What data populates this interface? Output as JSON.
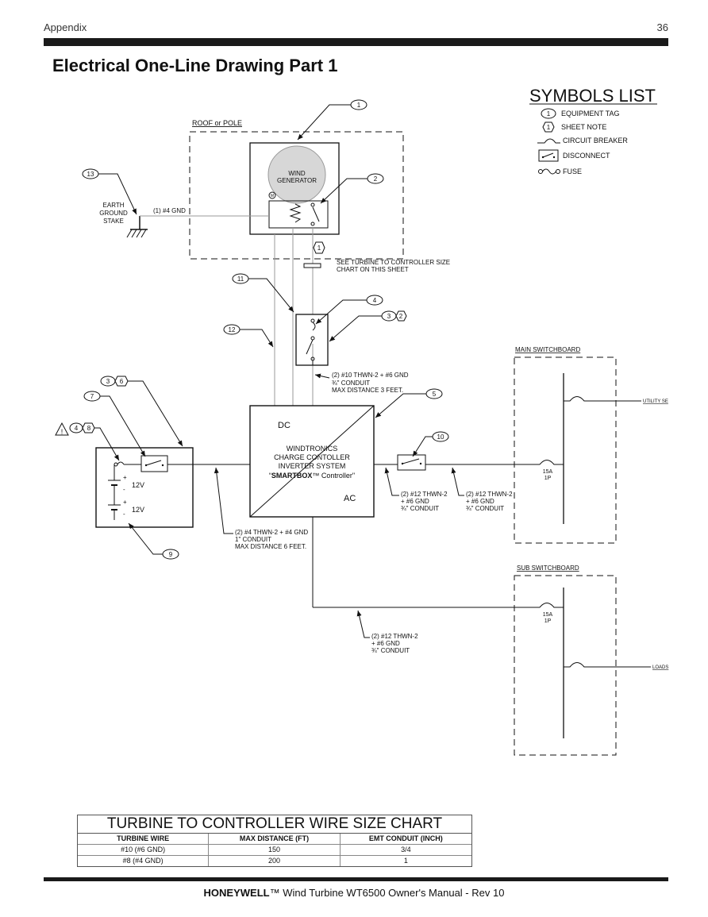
{
  "header": {
    "section": "Appendix",
    "page_number": "36"
  },
  "page_title": "Electrical One-Line Drawing Part 1",
  "symbols": {
    "title": "SYMBOLS LIST",
    "items": [
      {
        "glyph": "1",
        "label": "EQUIPMENT TAG"
      },
      {
        "glyph": "1",
        "label": "SHEET NOTE"
      },
      {
        "label": "CIRCUIT BREAKER"
      },
      {
        "label": "DISCONNECT"
      },
      {
        "label": "FUSE"
      }
    ]
  },
  "diagram": {
    "roof_label": "ROOF or POLE",
    "wind_generator": [
      "WIND",
      "GENERATOR"
    ],
    "motor_glyph": "M",
    "earth_ground": [
      "EARTH",
      "GROUND",
      "STAKE"
    ],
    "gnd_wire": "(1) #4 GND",
    "see_chart_note": [
      "SEE TURBINE TO CONTROLLER SIZE",
      "CHART ON THIS SHEET"
    ],
    "wire_controller_top": [
      "(2) #10 THWN-2 + #6 GND",
      "¾\" CONDUIT",
      "MAX DISTANCE 3 FEET."
    ],
    "controller": {
      "dc": "DC",
      "ac": "AC",
      "lines": [
        "WINDTRONICS",
        "CHARGE CONTOLLER",
        "INVERTER SYSTEM"
      ],
      "brand_bold": "SMARTBOX",
      "brand_rest": "™ Controller\""
    },
    "battery_voltage_1": "12V",
    "battery_voltage_2": "12V",
    "wire_battery": [
      "(2) #4 THWN-2 + #4 GND",
      "1\" CONDUIT",
      "MAX DISTANCE 6 FEET."
    ],
    "wire_ac_1": [
      "(2) #12 THWN-2",
      "+ #6 GND",
      "¾\" CONDUIT"
    ],
    "wire_ac_2": [
      "(2) #12 THWN-2",
      "+ #6 GND",
      "¾\" CONDUIT"
    ],
    "wire_sub": [
      "(2) #12 THWN-2",
      "+ #6 GND",
      "¾\" CONDUIT"
    ],
    "main_switchboard": "MAIN SWITCHBOARD",
    "utility_label": "UTILITY SE",
    "main_breaker": [
      "15A",
      "1P"
    ],
    "sub_switchboard": "SUB SWITCHBOARD",
    "sub_breaker": [
      "15A",
      "1P"
    ],
    "loads_label": "LOADS",
    "warning_glyph": "!",
    "tags": {
      "t1_top": "1",
      "t1_hex": "1",
      "t2": "2",
      "t4": "4",
      "t3a": "3",
      "t2b": "2",
      "t5": "5",
      "t11": "11",
      "t12": "12",
      "t13": "13",
      "t3b": "3",
      "t6": "6",
      "t7": "7",
      "t4b": "4",
      "t8": "8",
      "t9": "9",
      "t10": "10"
    }
  },
  "wire_chart": {
    "title": "TURBINE TO CONTROLLER WIRE SIZE CHART",
    "headers": [
      "TURBINE WIRE",
      "MAX DISTANCE (FT)",
      "EMT CONDUIT (INCH)"
    ],
    "rows": [
      [
        "#10 (#6 GND)",
        "150",
        "3/4"
      ],
      [
        "#8 (#4 GND)",
        "200",
        "1"
      ]
    ]
  },
  "footer": {
    "brand": "HONEYWELL",
    "rest": "™ Wind Turbine WT6500 Owner's Manual - Rev 10"
  }
}
